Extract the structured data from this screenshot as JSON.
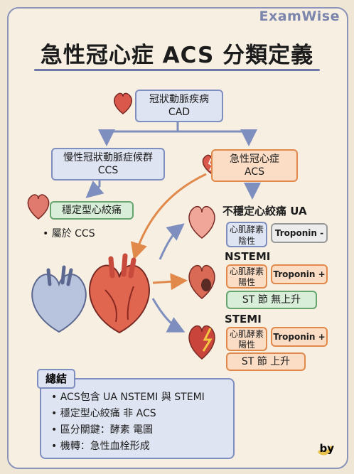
{
  "brand": "ExamWise",
  "title": "急性冠心症 ACS 分類定義",
  "boxes": {
    "cad": "冠狀動脈疾病\nCAD",
    "ccs": "慢性冠狀動脈症候群\nCCS",
    "acs": "急性冠心症\nACS",
    "stable_angina": "穩定型心絞痛",
    "ua_enzyme": "心肌酵素\n陰性",
    "ua_troponin": "Troponin -",
    "nstemi_enzyme": "心肌酵素\n陽性",
    "nstemi_troponin": "Troponin +",
    "nstemi_st": "ST 節 無上升",
    "stemi_enzyme": "心肌酵素\n陽性",
    "stemi_troponin": "Troponin +",
    "stemi_st": "ST 節 上升"
  },
  "labels": {
    "ua": "不穩定心絞痛 UA",
    "nstemi": "NSTEMI",
    "stemi": "STEMI",
    "belongs_ccs": "• 屬於 CCS"
  },
  "summary": {
    "tag": "總結",
    "items": [
      "• ACS包含 UA NSTEMI 與 STEMI",
      "• 穩定型心絞痛 非 ACS",
      "• 區分關鍵：酵素 電圖",
      "• 機轉：急性血栓形成"
    ]
  },
  "byline": "by",
  "colors": {
    "blue_box": "#dfe4f2",
    "orange_box": "#fbdcc4",
    "green_box": "#d8eed8",
    "accent_blue": "#7e8fbf",
    "accent_orange": "#e0894a",
    "heart_red": "#d9574b"
  }
}
